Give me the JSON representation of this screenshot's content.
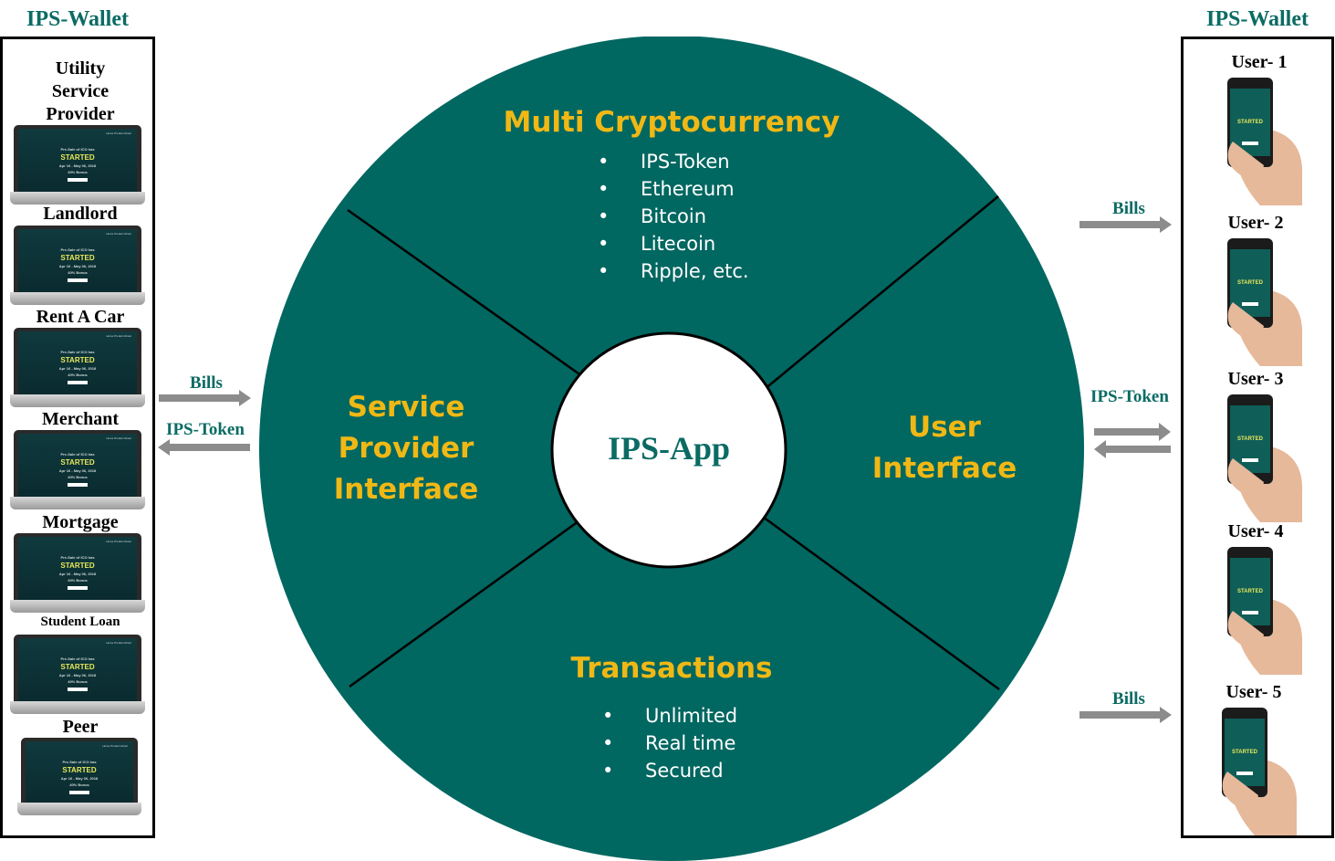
{
  "left_wallet": {
    "title": "IPS-Wallet",
    "providers": [
      {
        "label": "Utility Service Provider"
      },
      {
        "label": "Landlord"
      },
      {
        "label": "Rent A Car"
      },
      {
        "label": "Merchant"
      },
      {
        "label": "Mortgage"
      },
      {
        "label": "Student Loan"
      },
      {
        "label": "Peer"
      }
    ]
  },
  "right_wallet": {
    "title": "IPS-Wallet",
    "users": [
      {
        "label": "User- 1"
      },
      {
        "label": "User- 2"
      },
      {
        "label": "User- 3"
      },
      {
        "label": "User- 4"
      },
      {
        "label": "User- 5"
      }
    ]
  },
  "screen_text": {
    "line1": "Pre-Sale of ICO has",
    "line2": "STARTED",
    "line3": "Apr 16 - May 06, 2018",
    "line4": "40% Bonus"
  },
  "arrows": {
    "left_bills": "Bills",
    "left_token": "IPS-Token",
    "right_bills_top": "Bills",
    "right_token": "IPS-Token",
    "right_bills_bottom": "Bills"
  },
  "circle": {
    "center": "IPS-App",
    "top": {
      "title": "Multi Cryptocurrency",
      "items": [
        "IPS-Token",
        "Ethereum",
        "Bitcoin",
        "Litecoin",
        "Ripple, etc."
      ]
    },
    "left": {
      "title_lines": [
        "Service",
        "Provider",
        "Interface"
      ]
    },
    "right": {
      "title_lines": [
        "User",
        "Interface"
      ]
    },
    "bottom": {
      "title": "Transactions",
      "items": [
        "Unlimited",
        "Real time",
        "Secured"
      ]
    }
  },
  "colors": {
    "teal": "#016761",
    "gold": "#f0b815",
    "label_teal": "#0b6b64",
    "arrow_gray": "#8c8c8c"
  },
  "bullet_glyph": "•"
}
